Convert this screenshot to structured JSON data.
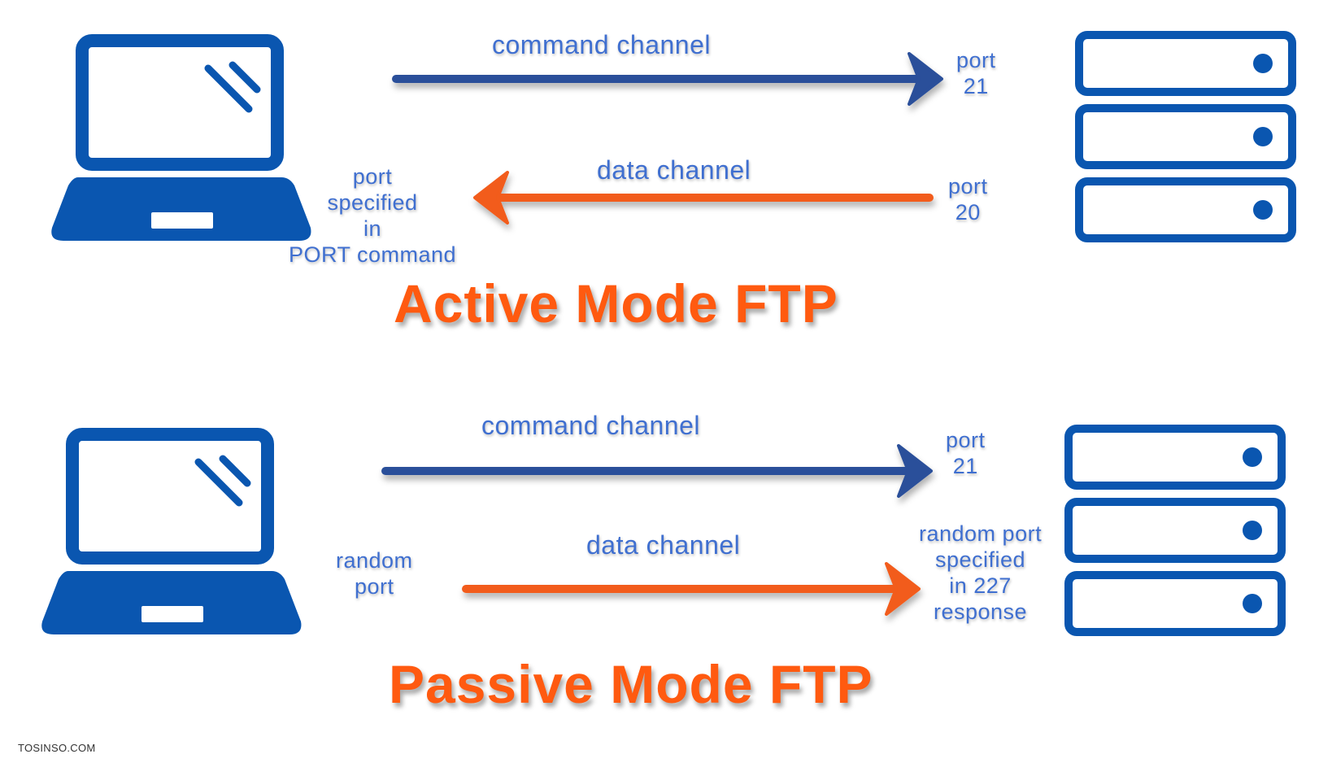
{
  "colors": {
    "device_blue": "#0a56b0",
    "command_arrow": "#2b4f9a",
    "data_arrow": "#f25c1a",
    "label_blue": "#3f6fd0",
    "title_orange": "#ff5a10"
  },
  "icons": {
    "client": "laptop-icon",
    "server": "server-stack-icon"
  },
  "active": {
    "title": "Active Mode FTP",
    "command_channel": "command channel",
    "data_channel": "data channel",
    "server_command_port": [
      "port",
      "21"
    ],
    "server_data_port": [
      "port",
      "20"
    ],
    "client_data_port": [
      "port",
      "specified",
      "in",
      "PORT command"
    ]
  },
  "passive": {
    "title": "Passive Mode FTP",
    "command_channel": "command channel",
    "data_channel": "data channel",
    "server_command_port": [
      "port",
      "21"
    ],
    "server_data_port": [
      "random port",
      "specified",
      "in 227",
      "response"
    ],
    "client_data_port": [
      "random",
      "port"
    ]
  },
  "watermark": "TOSINSO.COM"
}
